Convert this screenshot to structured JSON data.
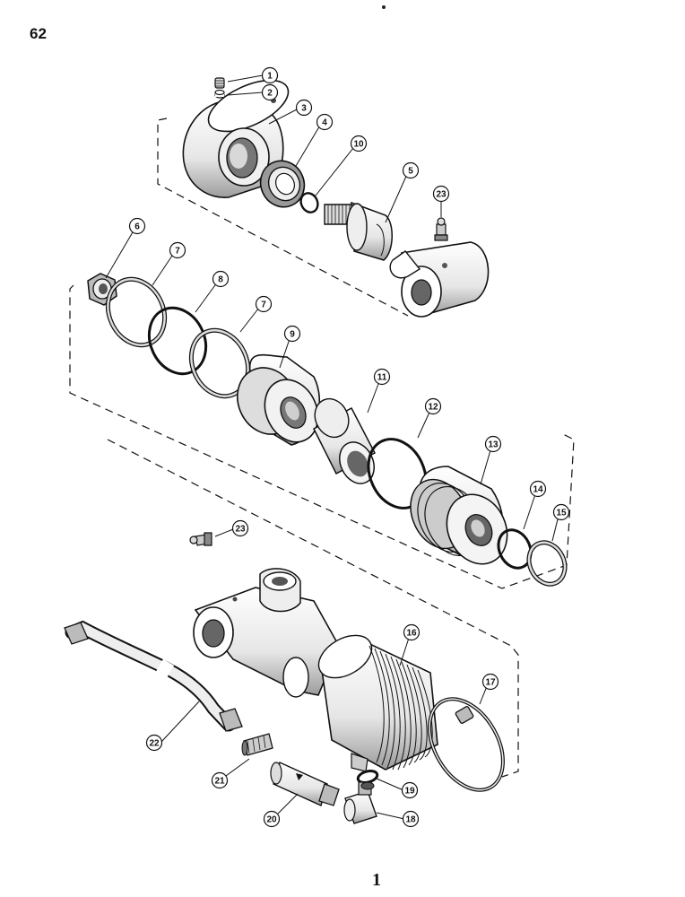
{
  "page": {
    "number": "62",
    "footer": "1"
  },
  "callouts": [
    {
      "id": "1",
      "label": "1"
    },
    {
      "id": "2",
      "label": "2"
    },
    {
      "id": "3",
      "label": "3"
    },
    {
      "id": "4",
      "label": "4"
    },
    {
      "id": "5",
      "label": "5"
    },
    {
      "id": "6",
      "label": "6"
    },
    {
      "id": "7a",
      "label": "7"
    },
    {
      "id": "7b",
      "label": "7"
    },
    {
      "id": "8",
      "label": "8"
    },
    {
      "id": "9",
      "label": "9"
    },
    {
      "id": "10",
      "label": "10"
    },
    {
      "id": "11",
      "label": "11"
    },
    {
      "id": "12",
      "label": "12"
    },
    {
      "id": "13",
      "label": "13"
    },
    {
      "id": "14",
      "label": "14"
    },
    {
      "id": "15",
      "label": "15"
    },
    {
      "id": "16",
      "label": "16"
    },
    {
      "id": "17",
      "label": "17"
    },
    {
      "id": "18",
      "label": "18"
    },
    {
      "id": "19",
      "label": "19"
    },
    {
      "id": "20",
      "label": "20"
    },
    {
      "id": "21",
      "label": "21"
    },
    {
      "id": "22",
      "label": "22"
    },
    {
      "id": "23a",
      "label": "23"
    },
    {
      "id": "23b",
      "label": "23"
    }
  ],
  "colors": {
    "ink": "#111111",
    "paper": "#ffffff",
    "shade": "#8a8a8a"
  }
}
